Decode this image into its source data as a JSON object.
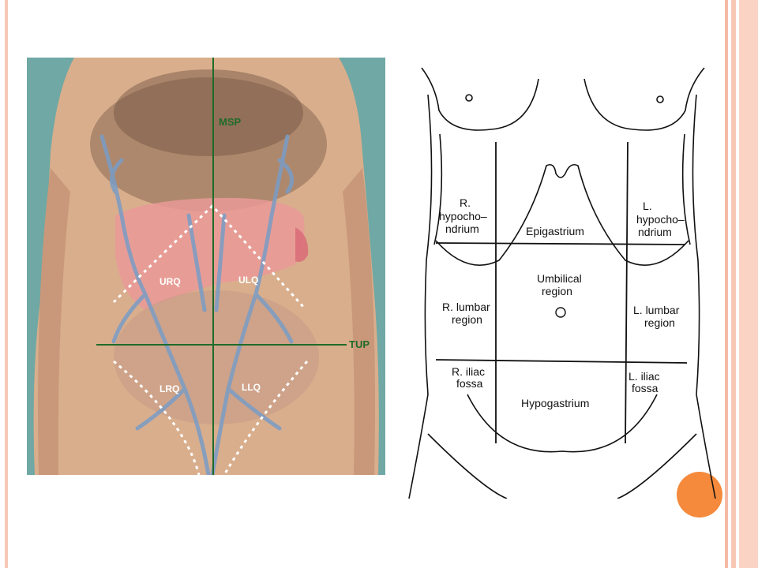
{
  "photo": {
    "labels": {
      "msp": "MSP",
      "tup": "TUP",
      "urq": "URQ",
      "ulq": "ULQ",
      "lrq": "LRQ",
      "llq": "LLQ"
    }
  },
  "drawing": {
    "regions": {
      "r_hypochondrium": [
        "R.",
        "hypocho–",
        "ndrium"
      ],
      "epigastrium": [
        "Epigastrium"
      ],
      "l_hypochondrium": [
        "L.",
        "hypocho–",
        "ndrium"
      ],
      "r_lumbar": [
        "R. lumbar",
        "region"
      ],
      "umbilical": [
        "Umbilical",
        "region"
      ],
      "l_lumbar": [
        "L. lumbar",
        "region"
      ],
      "r_iliac": [
        "R. iliac",
        "fossa"
      ],
      "hypogastrium": [
        "Hypogastrium"
      ],
      "l_iliac": [
        "L. iliac",
        "fossa"
      ]
    }
  },
  "colors": {
    "photo_background": "#6fa8a4",
    "skin": "#d9ae8c",
    "plane_line": "#1f6b2a",
    "vein": "#7a9cc6",
    "liver": "#e99a98",
    "slide_border": "#f7c7b6",
    "accent_circle": "#f58a3c"
  }
}
